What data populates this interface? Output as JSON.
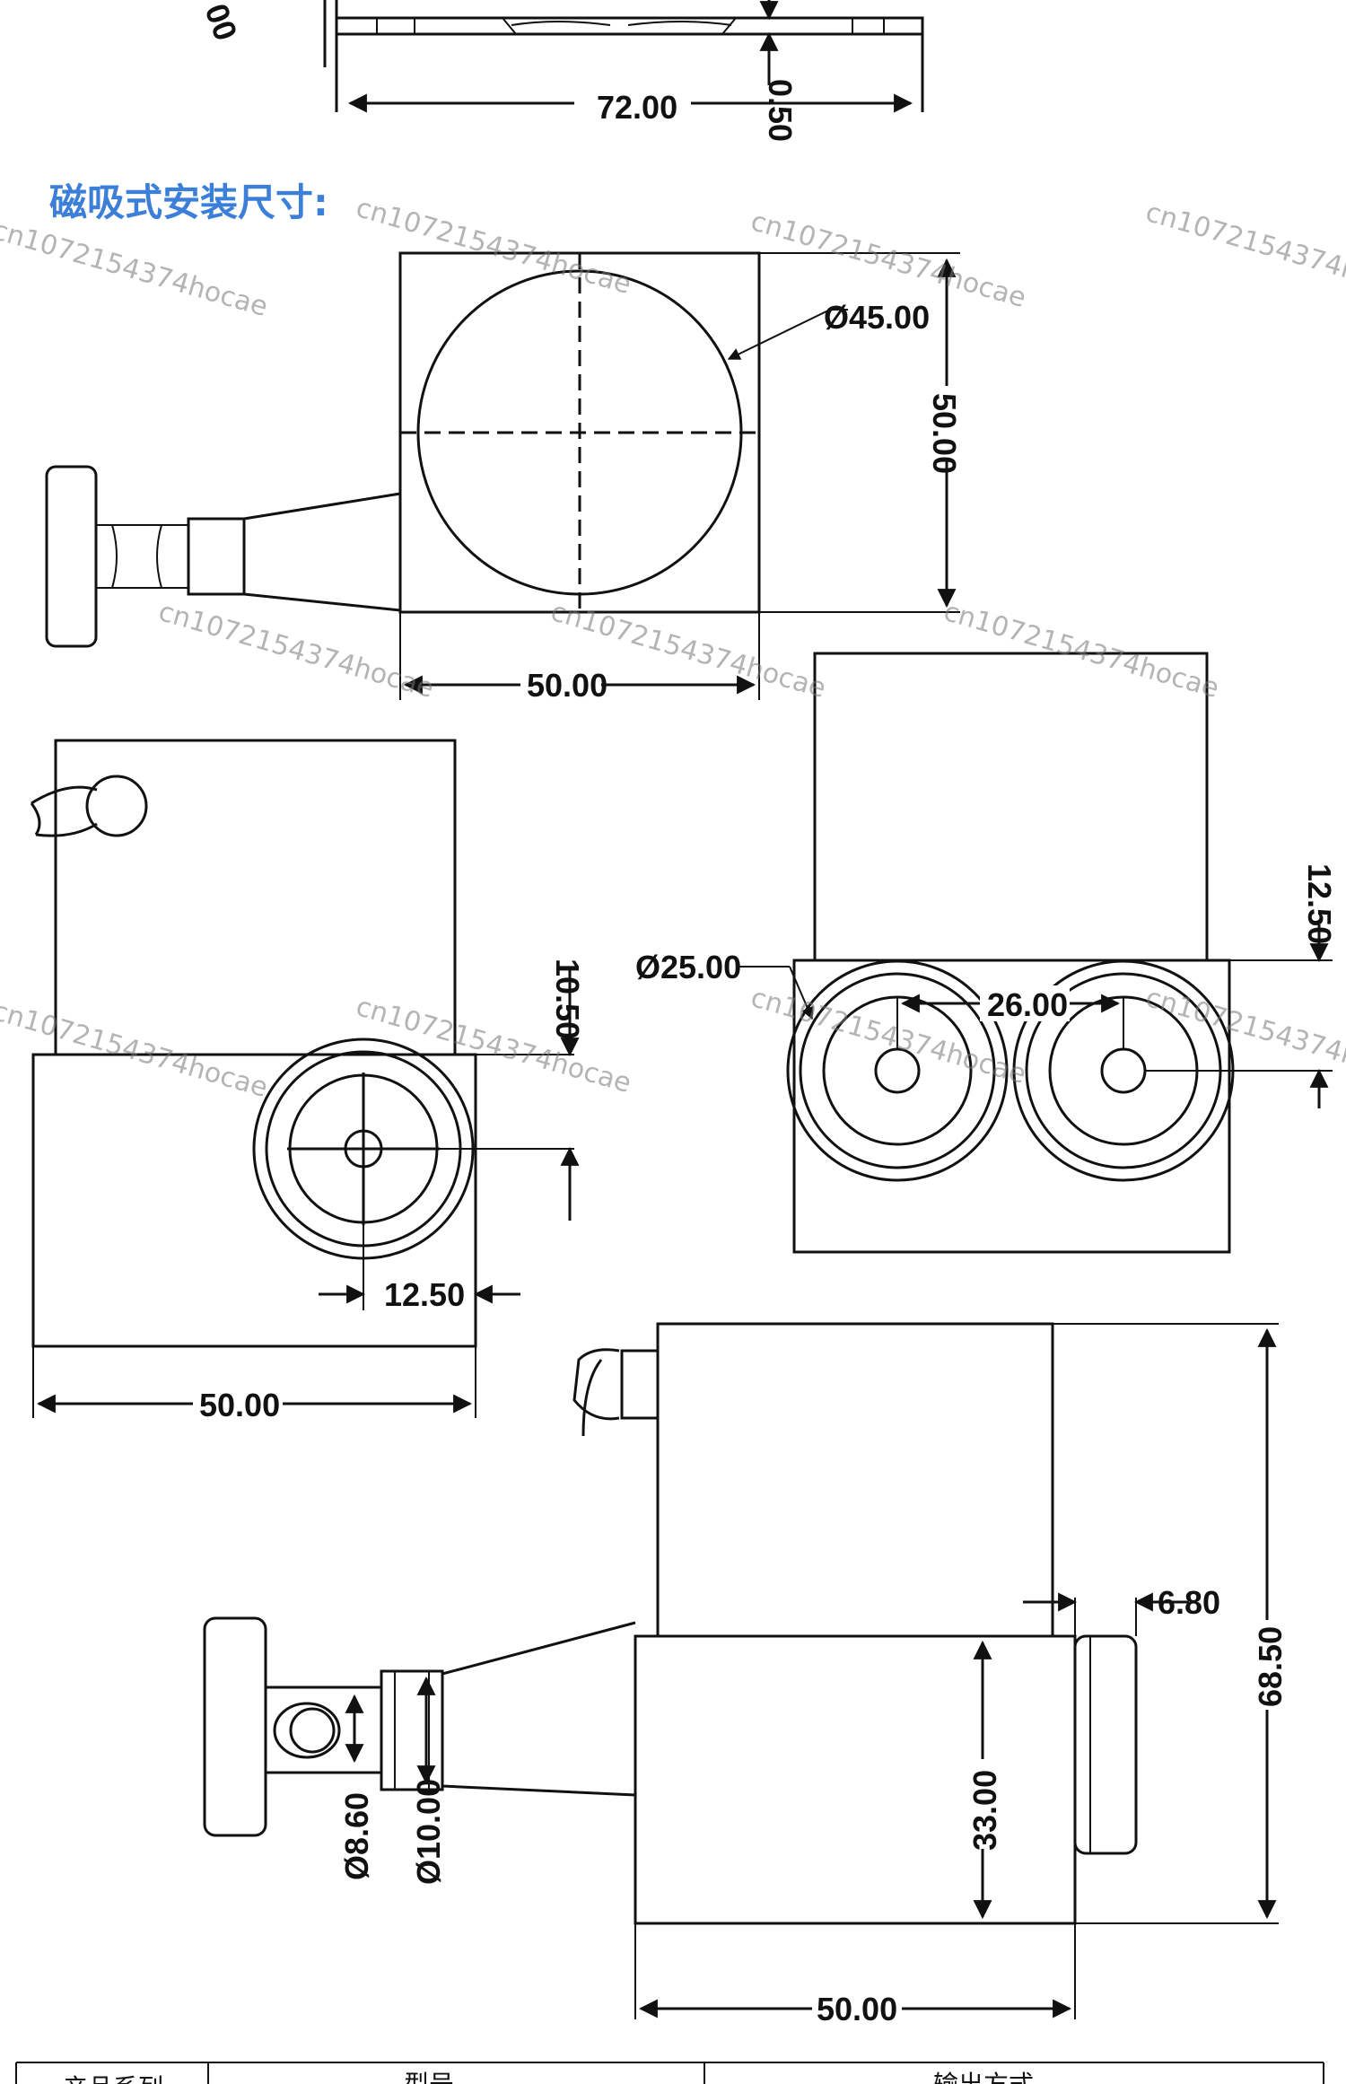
{
  "section_title": "磁吸式安装尺寸:",
  "watermark": "cn1072154374hocae",
  "top_partial": {
    "dim_width": "72.00",
    "dim_thickness": "0.50",
    "cut_label": "00"
  },
  "view_top": {
    "dim_circle": "Ø45.00",
    "dim_height": "50.00",
    "dim_width": "50.00"
  },
  "view_side_left": {
    "dim_center_height": "10.50",
    "dim_center_offset": "12.50",
    "dim_width": "50.00"
  },
  "view_side_right": {
    "dim_diameter": "Ø25.00",
    "dim_spacing": "26.00",
    "dim_center_height": "12.50"
  },
  "view_front": {
    "dim_cap": "6.80",
    "dim_total_height": "68.50",
    "dim_body_height": "33.00",
    "dim_cable_inner": "Ø8.60",
    "dim_cable_outer": "Ø10.00",
    "dim_width": "50.00"
  },
  "table_header": [
    "产品系列",
    "型号",
    "输出方式"
  ]
}
